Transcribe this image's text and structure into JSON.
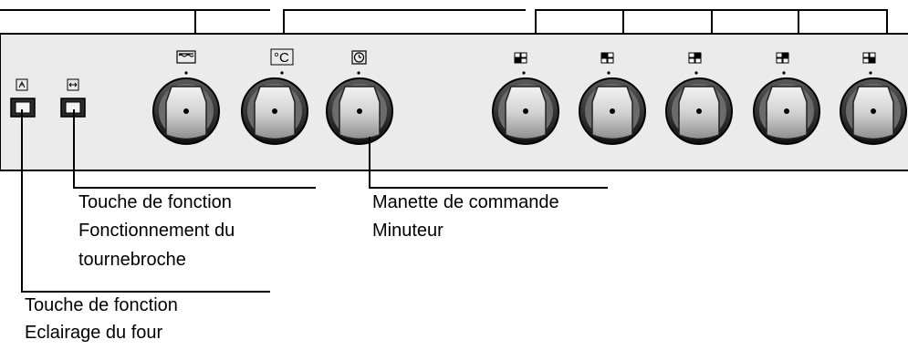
{
  "panel": {
    "buttons": [
      {
        "name": "oven-light",
        "icon": "light-bulb-icon"
      },
      {
        "name": "rotisserie",
        "icon": "rotisserie-arrows-icon"
      }
    ],
    "knobs": [
      {
        "name": "oven-function",
        "icon": "oven-mode-icon"
      },
      {
        "name": "temperature",
        "icon": "thermometer-icon",
        "symbol": "°C"
      },
      {
        "name": "timer",
        "icon": "clock-icon"
      },
      {
        "name": "hob-front-left",
        "icon": "hob-zone-icon"
      },
      {
        "name": "hob-rear-left",
        "icon": "hob-zone-icon"
      },
      {
        "name": "hob-center",
        "icon": "hob-zone-icon"
      },
      {
        "name": "hob-rear-right",
        "icon": "hob-zone-icon"
      },
      {
        "name": "hob-front-right",
        "icon": "hob-zone-icon"
      }
    ],
    "colors": {
      "panel": "#ebebeb",
      "knob_ring": "#262626",
      "knob_face": "#cfcfcf"
    }
  },
  "callouts": {
    "rotisserie": {
      "line1": "Touche de fonction",
      "line2": "Fonctionnement du",
      "line3": "tournebroche"
    },
    "timer": {
      "line1": "Manette de commande",
      "line2": "Minuteur"
    },
    "light": {
      "line1": "Touche de fonction",
      "line2": "Eclairage du four"
    }
  }
}
